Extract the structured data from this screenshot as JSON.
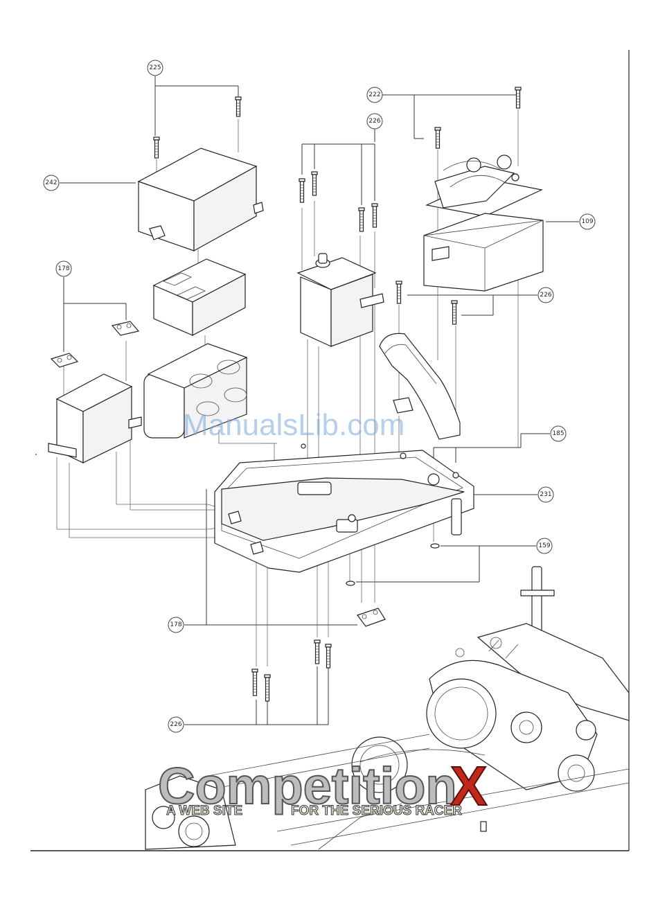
{
  "callouts": {
    "c225": "225",
    "c222": "222",
    "c226_top": "226",
    "c242": "242",
    "c109": "109",
    "c178_left": "178",
    "c226_right": "226",
    "c185": "185",
    "c231": "231",
    "c159": "159",
    "c178_bottom": "178",
    "c226_bottom": "226"
  },
  "watermark": "ManualsLib.com",
  "logo": {
    "main": "Competition",
    "accent": "X",
    "tagline_left": "A WEB SITE",
    "tagline_right": "FOR THE SERIOUS RACER",
    "accent_color": "#c0281c"
  }
}
